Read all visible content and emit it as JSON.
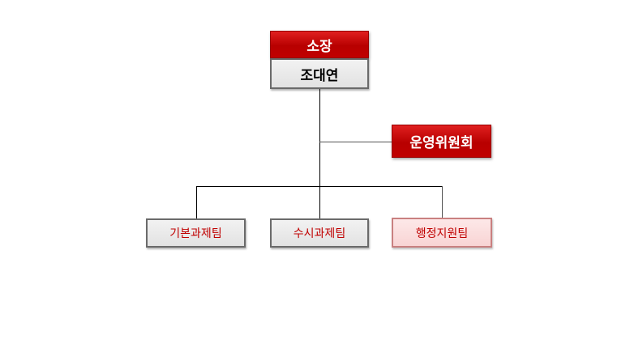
{
  "director": {
    "title": "소장",
    "name": "조대연"
  },
  "committee": "운영위원회",
  "teams": [
    "기본과제팀",
    "수시과제팀",
    "행정지원팀"
  ]
}
